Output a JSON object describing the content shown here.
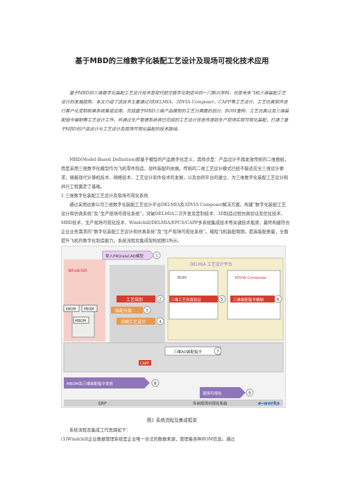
{
  "title": "基于MBD的三维数字化装配工艺设计及现场可视化技术应用",
  "abstract": "基于MBD的三维数字化装配工艺设计技术是现代航空数字化制造中的一门新兴学科，也是未来飞机三维装配工艺设计的发展趋势。本文介绍了该技术主要通过对DELMIA、3DVIA Composer、CAPP等工艺设计、工艺仿真软件进行客户化定制和单系统集成应用，完成基于MBD三维产品模型的工艺分离面的划分、BOM重构、工艺仿真以及三维装配指令编制等工艺设计工作，并通过生产管理系统将已完成的工艺设计信息传递到生产现场实现可视化装配，打通了基于MBD的产品设计与工艺设计及现场可视化装配的技术路线。",
  "paragraphs": [
    {
      "text": "MBD(Model-Based Definition)即基于模型的产品数字化定义，其特点是：产品设计不再发放传统的二维图纸，而是采用三维数字化模型作为飞机零件制造、部件装配的依据。传统的二维工艺设计模式已经不能适应全三维设计要求，随着现代计算机技术、网络技术、工艺设计软件技术的发展，以及协同平台的建立，为三维数字化装配工艺设计和并行工程奠定了基础。",
      "indent": true
    },
    {
      "text": "1  三维数字化装配工艺设计及现场可视化系统",
      "indent": false
    },
    {
      "text": "通过采用达索公司三维数字化装配工艺设计平台DELMIA及3DVIA Composer解决方案，构建“数字化装配工艺设计和仿真系统”及“生产现场可视化系统”。突破DELMIA二次开发及定制技术、3D制造过程仿真验证及优化技术、MBD技术、生产现场可视化技术、Windchill/DELMIA/EPCS/CAPP多系统集成技术等关键技术瓶颈，最终构建符合企业业务需求的“数字化装配工艺设计和仿真系统”及“生产现场可视化系统”。缩短飞机装配周期，提高装配质量，全面提升飞机的数字化制造能力。系统流程及集成架构如图1所示。",
      "indent": true
    }
  ],
  "figure": {
    "top_banner": "导入PRO/e&CAD模型",
    "left_system": "Windchill",
    "left_items": [
      "EBOM",
      "PBOM",
      "MBOM"
    ],
    "middle_items": [
      "工艺规划",
      "装配分离",
      "详细工艺设计"
    ],
    "delmia_label": "DELMIA 工艺设计平台",
    "delmia_inner": [
      "BOM",
      "三维工艺仿真验证"
    ],
    "composer_label": "3DVIA Composer",
    "composer_inner": "三维装配指令编制",
    "capp_box": "三维AO装配指令",
    "capp_label": "CAPP",
    "mbom_arrow": "MBOM及三维装配指令发放",
    "shop_arrow": "现场可视化",
    "erp": "ERP",
    "mes": "车间现场可视化系统",
    "logo": "e-works",
    "numbers": [
      "1",
      "2",
      "3",
      "4",
      "5",
      "6",
      "7",
      "8",
      "9"
    ]
  },
  "caption": "图1  系统流程及集成框架",
  "after": [
    "系统流程及集成工作思路如下：",
    "(1)Windchill企业数据管理系统是企业唯一合法的数据来源，管理着各种BOM信息。通过"
  ],
  "colors": {
    "pink": "#f6cfc9",
    "red_block": "#d83b2e",
    "orange": "#e99a52",
    "purple": "#8f76b8",
    "grey": "#cfcfcf",
    "cream": "#f4eecd"
  }
}
